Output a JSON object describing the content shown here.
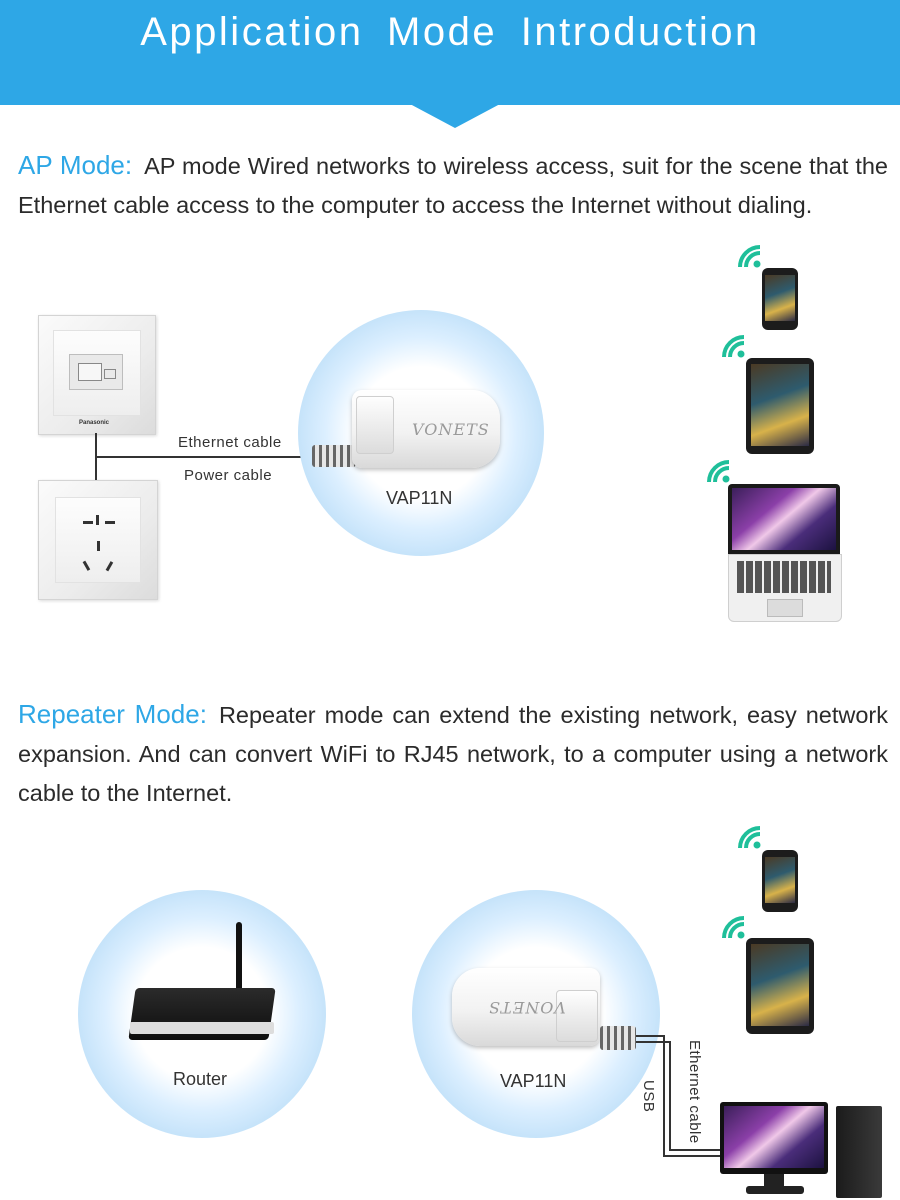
{
  "header": {
    "title": "Application Mode Introduction"
  },
  "ap_mode": {
    "label": "AP Mode:",
    "description": "AP mode Wired networks to wireless access, suit for the scene that the Ethernet cable access to the computer to access the Internet without dialing.",
    "ethernet_label": "Ethernet cable",
    "power_label": "Power cable",
    "device_label": "VAP11N",
    "brand_plate": "Panasonic",
    "dongle_logo": "VONETS"
  },
  "repeater_mode": {
    "label": "Repeater Mode:",
    "description": "Repeater mode can extend the existing network, easy network expansion. And can convert WiFi to RJ45 network, to a computer using a network cable to the Internet.",
    "router_label": "Router",
    "device_label": "VAP11N",
    "usb_label": "USB",
    "ethernet_label": "Ethernet cable",
    "dongle_logo": "VONETS"
  },
  "colors": {
    "accent": "#2ea7e6",
    "wifi": "#1fbf9a"
  },
  "icons": [
    "wifi-icon",
    "phone-icon",
    "tablet-icon",
    "laptop-icon",
    "desktop-icon",
    "router-icon",
    "socket-icon"
  ]
}
